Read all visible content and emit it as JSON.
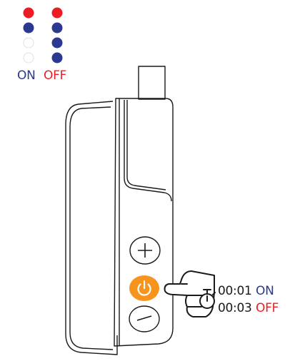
{
  "legend": {
    "on_label": "ON",
    "off_label": "OFF",
    "on_column": [
      "red",
      "blue",
      "off",
      "off"
    ],
    "off_column": [
      "red",
      "blue",
      "blue",
      "blue"
    ]
  },
  "timings": {
    "on_time": "00:01",
    "on_state": "ON",
    "off_time": "00:03",
    "off_state": "OFF"
  },
  "colors": {
    "red": "#ed1c24",
    "blue": "#2b3990",
    "orange": "#f7941d",
    "outline": "#1a1a1a",
    "dot_off": "#e0e0e0"
  },
  "icons": {
    "plus_button": "plus-icon",
    "power_button": "power-icon",
    "minus_button": "minus-icon",
    "hand": "pointing-hand-icon",
    "timer": "stopwatch-icon"
  }
}
